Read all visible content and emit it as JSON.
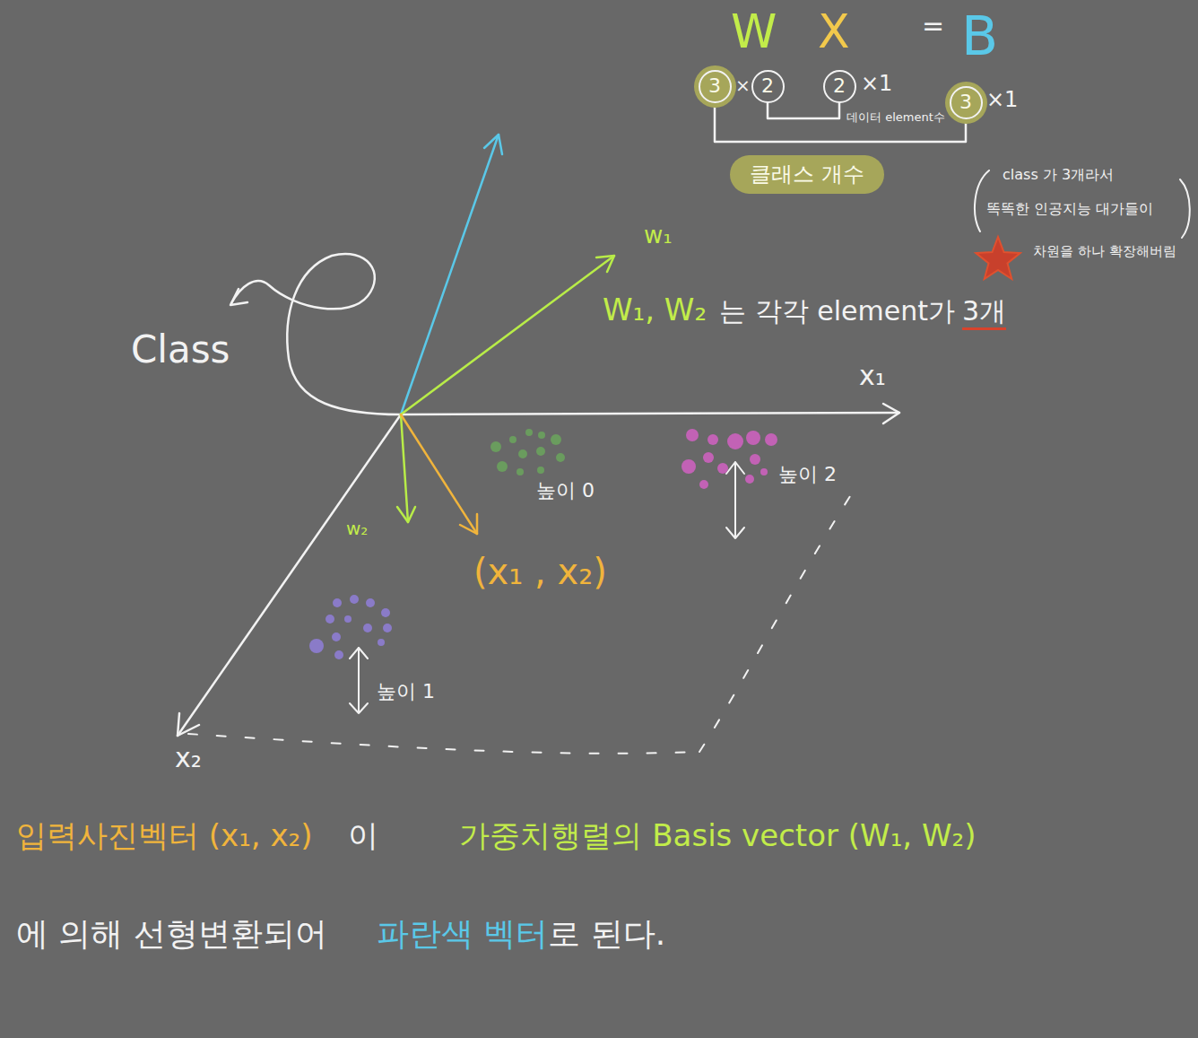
{
  "diagram": {
    "nodes": [
      {
        "text": [
          "3"
        ]
      },
      {
        "text": [
          "2"
        ]
      },
      {
        "text": [
          "2"
        ]
      },
      {
        "text": [
          "3"
        ]
      },
      {
        "text": [
          "클래스 개수"
        ]
      }
    ],
    "edges": [
      {
        "from": 1,
        "to": 2,
        "arrow": "none",
        "label": "데이터 element수"
      },
      {
        "from": 0,
        "to": 3,
        "arrow": "none"
      }
    ],
    "labels": [
      "W",
      "X",
      "=",
      "B",
      "×",
      "×1",
      "×1",
      "class 가 3개라서",
      "똑똑한 인공지능 대가들이",
      "차원을 하나 확장해버림",
      "Class",
      "w₁",
      "W₁, W₂",
      "는 각각 element가",
      "3개",
      "x₁",
      "x₂",
      "높이 0",
      "높이 2",
      "높이 1",
      "w₂",
      "(x₁ , x₂)",
      "입력사진벡터 (x₁, x₂)",
      "이",
      "가중치행렬의 Basis vector (W₁, W₂)",
      "에 의해 선형변환되어",
      "파란색 벡터",
      "로 된다."
    ]
  }
}
